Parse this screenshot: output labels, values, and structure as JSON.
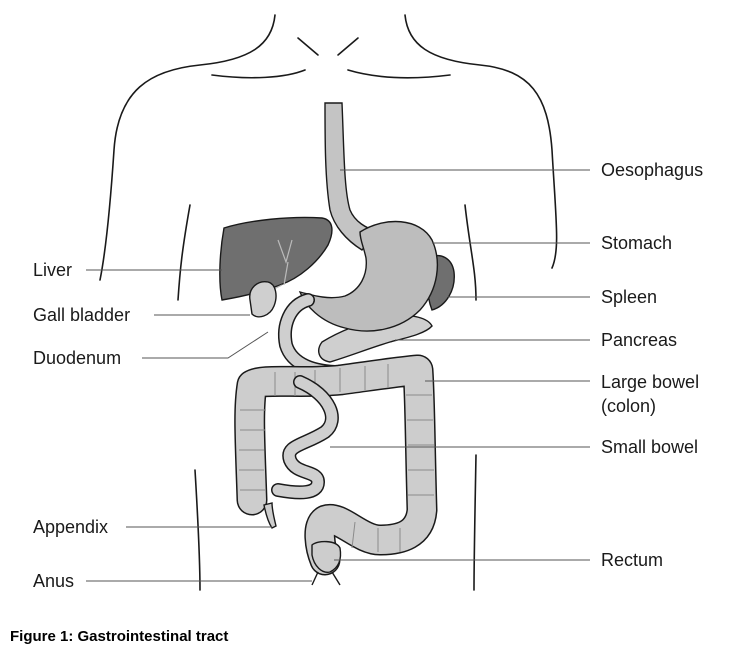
{
  "labels": {
    "oesophagus": "Oesophagus",
    "stomach": "Stomach",
    "spleen": "Spleen",
    "pancreas": "Pancreas",
    "large_bowel_line1": "Large bowel",
    "large_bowel_line2": "(colon)",
    "small_bowel": "Small bowel",
    "rectum": "Rectum",
    "liver": "Liver",
    "gall_bladder": "Gall bladder",
    "duodenum": "Duodenum",
    "appendix": "Appendix",
    "anus": "Anus"
  },
  "caption": "Figure 1: Gastrointestinal tract",
  "colors": {
    "liver": "#6f6f6f",
    "spleen": "#6f6f6f",
    "stomach": "#bdbdbd",
    "bowel": "#cdcdcd",
    "outline": "#1a1a1a"
  }
}
